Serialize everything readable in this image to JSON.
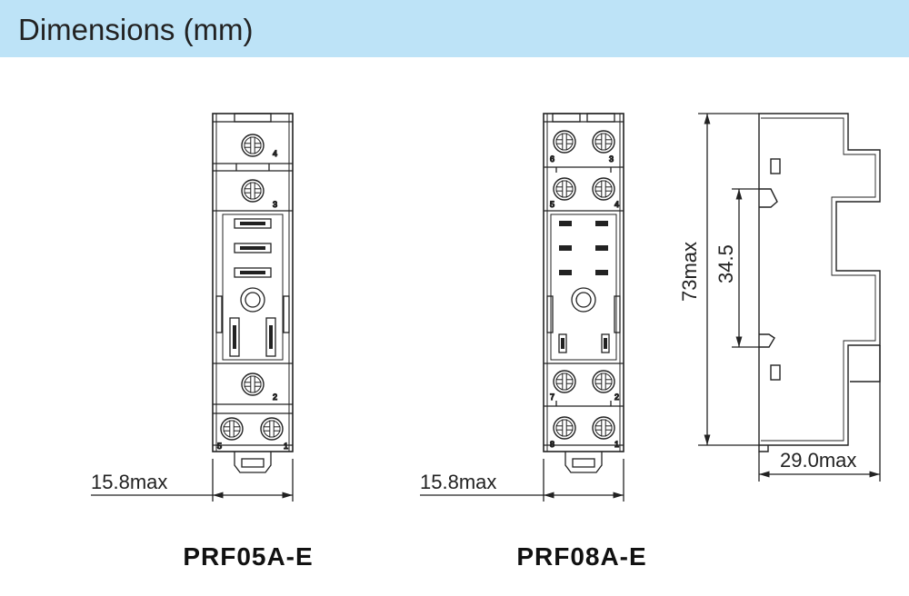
{
  "header": {
    "title": "Dimensions (mm)",
    "background": "#bde3f7"
  },
  "models": [
    {
      "name": "PRF05A-E",
      "width_label": "15.8max",
      "terminals_top": [
        "4",
        "3"
      ],
      "terminal_mid": "2",
      "terminals_bottom": [
        "5",
        "1"
      ]
    },
    {
      "name": "PRF08A-E",
      "width_label": "15.8max",
      "terminals_top": [
        "6",
        "3",
        "5",
        "4"
      ],
      "terminals_bottom": [
        "7",
        "2",
        "8",
        "1"
      ]
    }
  ],
  "side_view": {
    "height_label": "73max",
    "rail_label": "34.5",
    "depth_label": "29.0max"
  }
}
